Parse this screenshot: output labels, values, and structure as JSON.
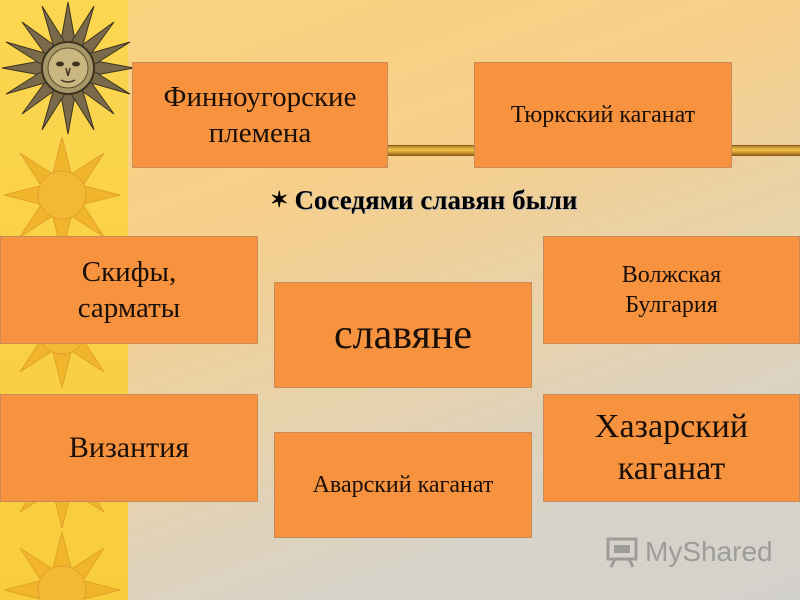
{
  "heading": {
    "bullet": "✶",
    "text": "Соседями славян были"
  },
  "boxes": {
    "finno_ugric": "Финноугорские племена",
    "turkic": "Тюркский каганат",
    "scythians": "Скифы, сарматы",
    "slavs": "славяне",
    "volga_bulgaria": "Волжская Булгария",
    "byzantium": "Византия",
    "avar": "Аварский каганат",
    "khazar": "Хазарский каганат"
  },
  "watermark": {
    "logo_text": "MyShared",
    "icon": "presentation-board-icon"
  },
  "colors": {
    "box_fill": "#f7923f",
    "strip": "#fbd64f",
    "gold_line": "#e2a935"
  }
}
